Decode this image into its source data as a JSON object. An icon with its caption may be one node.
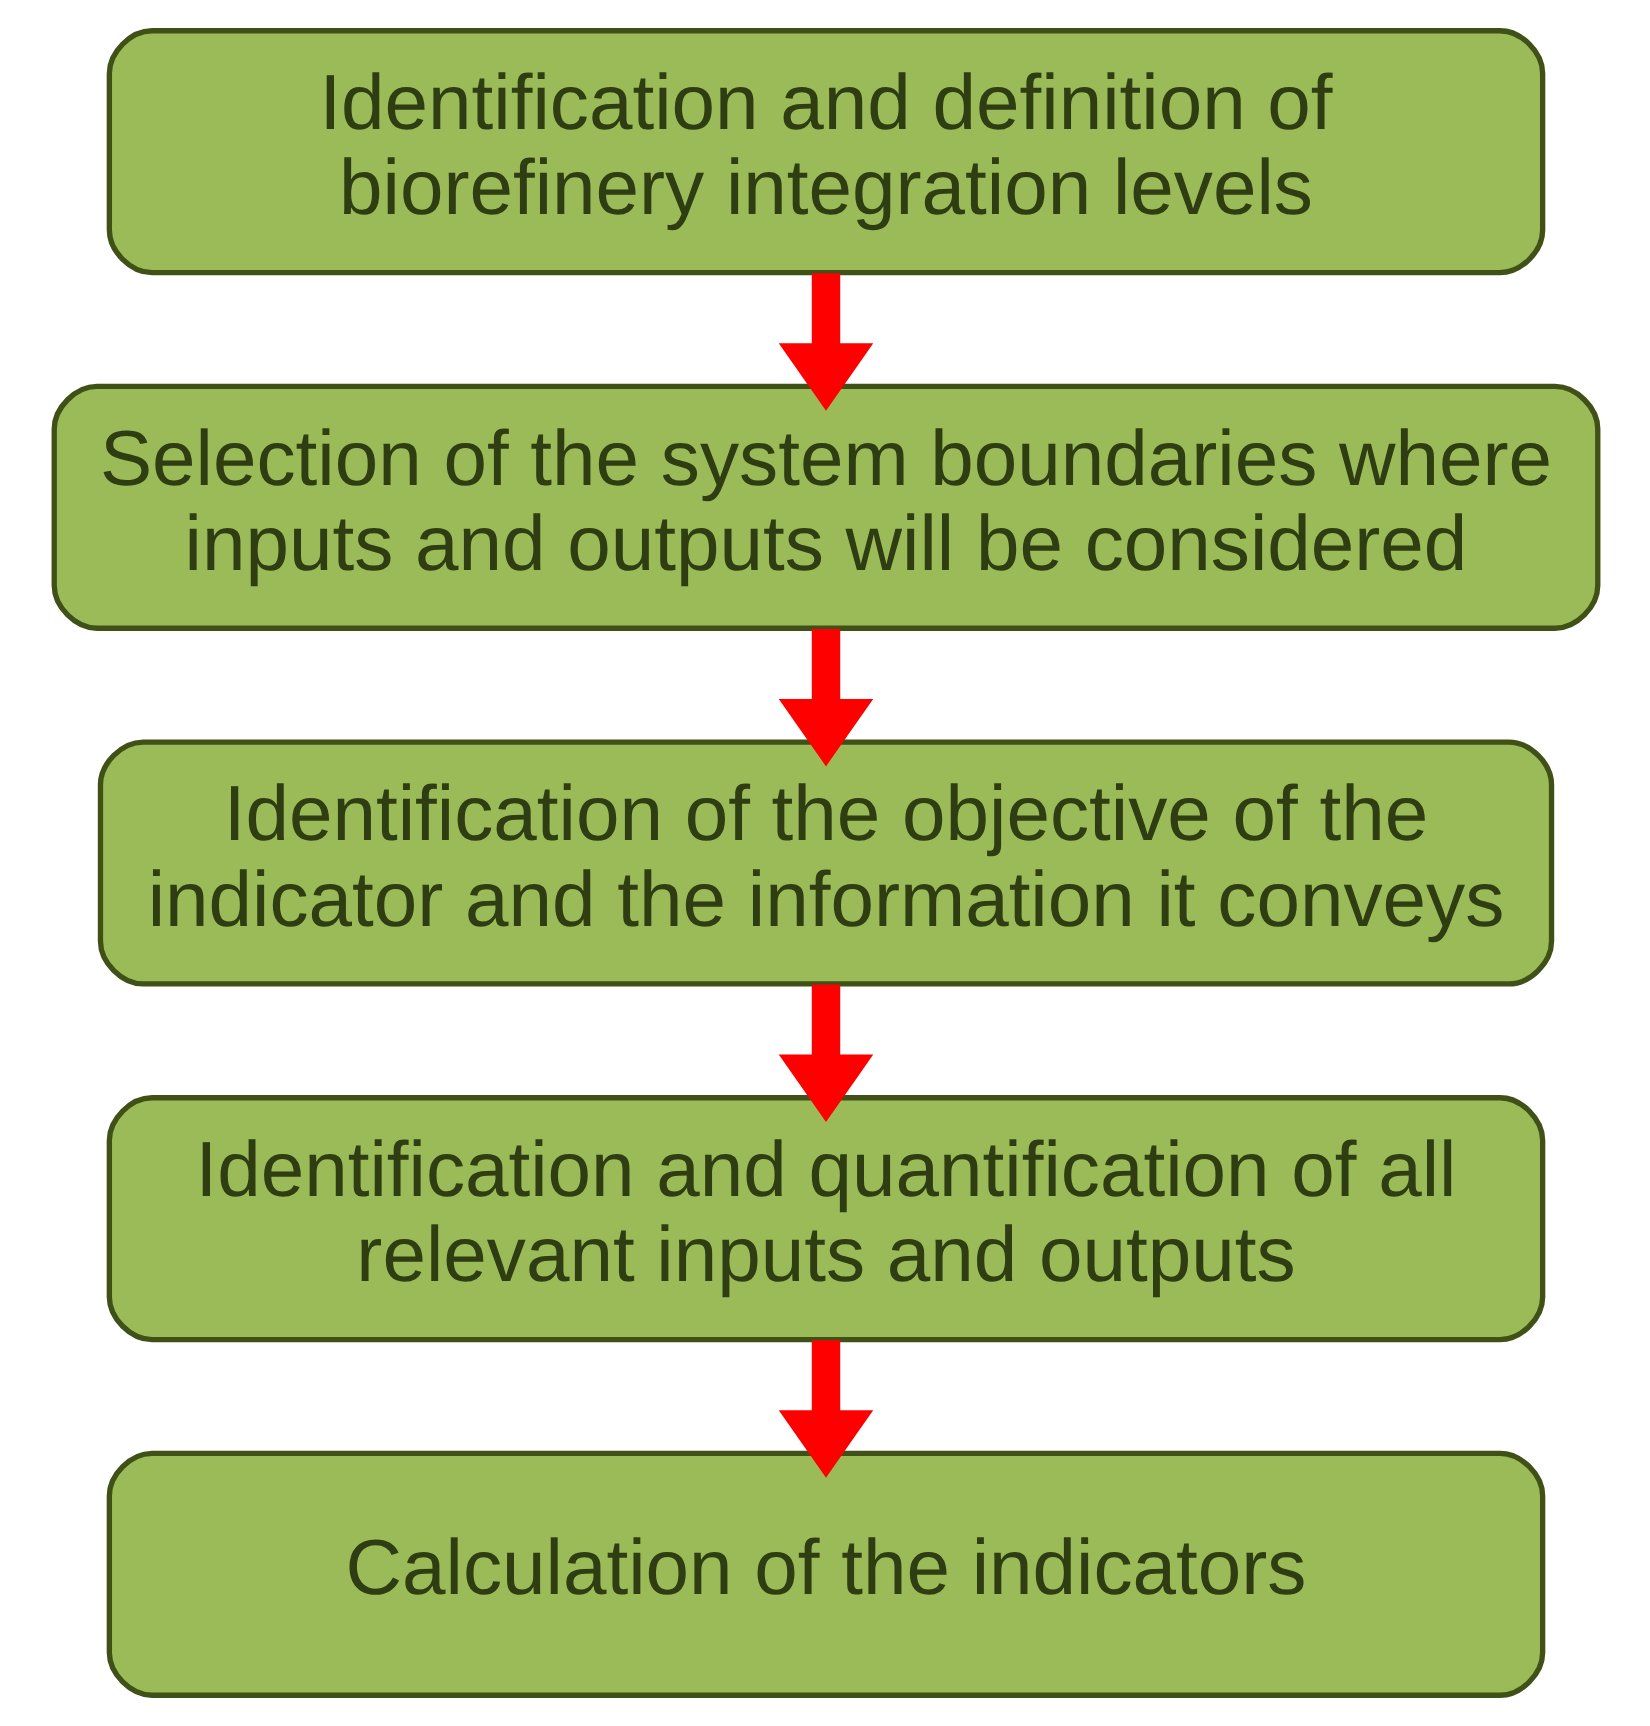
{
  "diagram": {
    "nodes": [
      {
        "text": [
          "Identification and definition of biorefinery integration levels"
        ]
      },
      {
        "text": [
          "Selection of the system boundaries where inputs and outputs will be considered"
        ]
      },
      {
        "text": [
          "Identification of the objective of the indicator and the information it conveys"
        ]
      },
      {
        "text": [
          "Identification and quantification of all relevant inputs and outputs"
        ]
      },
      {
        "text": [
          "Calculation of the indicators"
        ]
      }
    ],
    "edges": [
      {
        "from": 0,
        "to": 1,
        "arrow": "to"
      },
      {
        "from": 1,
        "to": 2,
        "arrow": "to"
      },
      {
        "from": 2,
        "to": 3,
        "arrow": "to"
      },
      {
        "from": 3,
        "to": 4,
        "arrow": "to"
      }
    ]
  }
}
